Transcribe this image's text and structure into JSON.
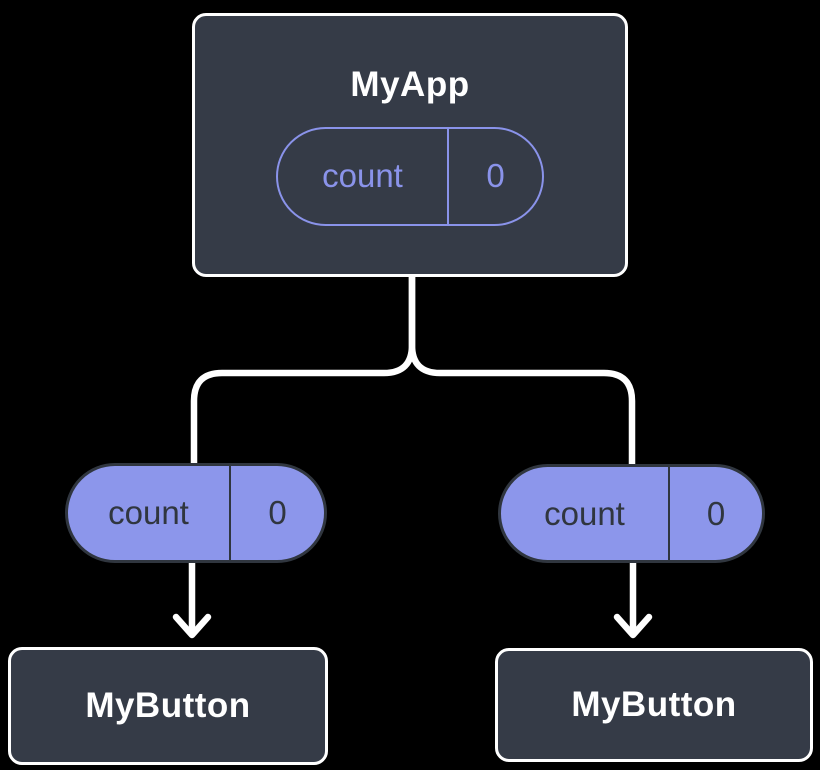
{
  "colors": {
    "background": "#000000",
    "node-fill": "#353B47",
    "node-border": "#FFFFFF",
    "node-text": "#FFFFFF",
    "accent": "#8A93EA",
    "accent-fill": "#8C96EB",
    "pill-dark": "#30363F",
    "connector": "#FFFFFF"
  },
  "diagram": {
    "root": {
      "title": "MyApp",
      "state_pill": {
        "label": "count",
        "value": "0"
      }
    },
    "prop_pills": [
      {
        "label": "count",
        "value": "0"
      },
      {
        "label": "count",
        "value": "0"
      }
    ],
    "children": [
      {
        "title": "MyButton"
      },
      {
        "title": "MyButton"
      }
    ],
    "connectors": {
      "fork": "root-splits-to-left-and-right-prop-pills",
      "arrows": [
        "left-prop-pill-to-left-mybutton",
        "right-prop-pill-to-right-mybutton"
      ]
    }
  }
}
